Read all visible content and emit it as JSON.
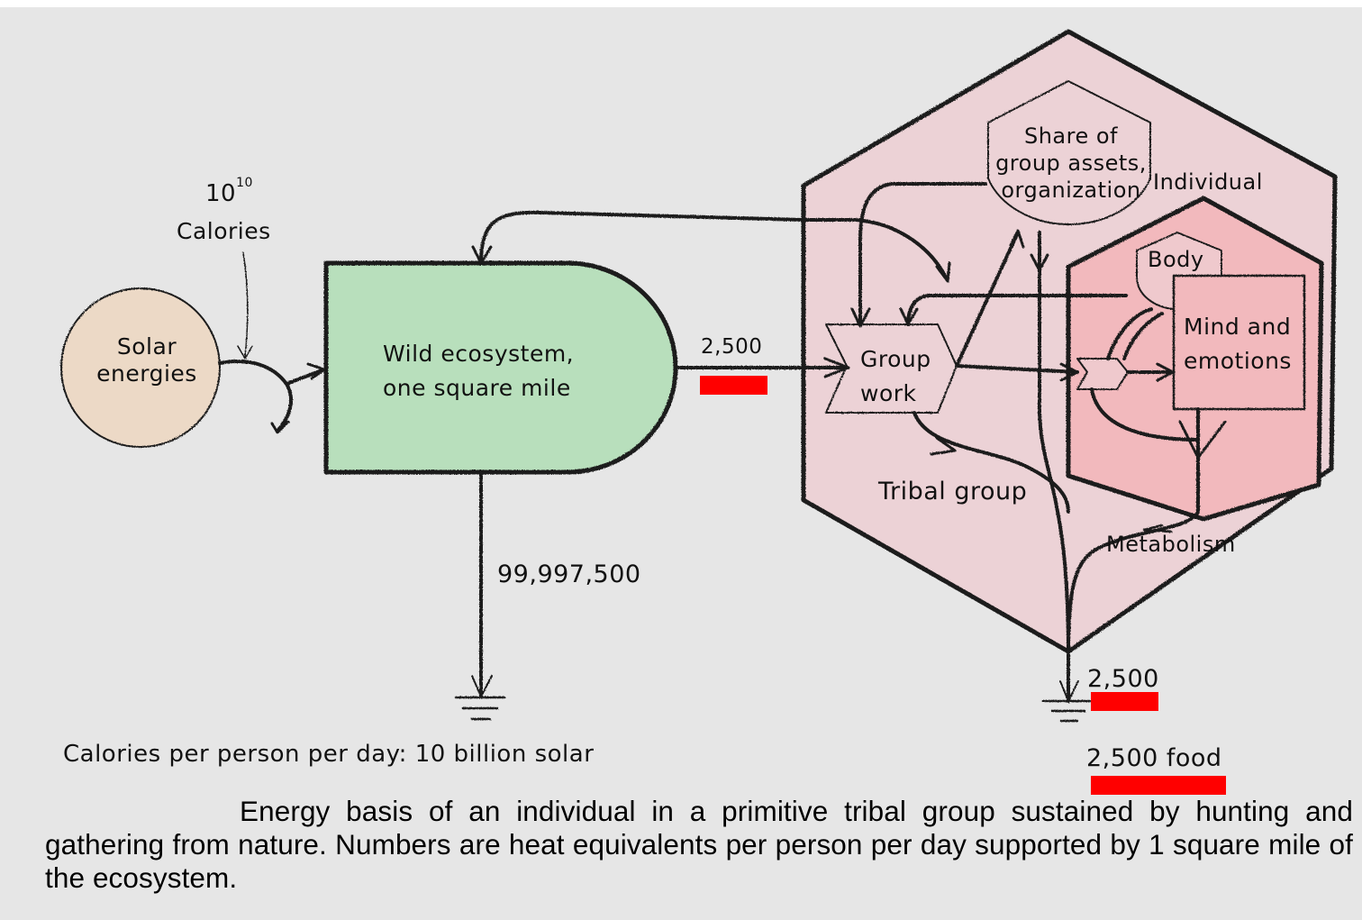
{
  "diagram": {
    "type": "energy-systems-flow-diagram",
    "nodes": {
      "source": {
        "label_line1": "Solar",
        "label_line2": "energies",
        "shape": "circle"
      },
      "ecosystem": {
        "label_line1": "Wild ecosystem,",
        "label_line2": "one  square mile",
        "shape": "producer"
      },
      "tribal_group": {
        "label": "Tribal group",
        "shape": "hexagon"
      },
      "group_assets": {
        "label_line1": "Share of",
        "label_line2": "group assets,",
        "label_line3": "organization",
        "shape": "storage-bullet"
      },
      "group_work": {
        "label_line1": "Group",
        "label_line2": "work",
        "shape": "interaction"
      },
      "individual": {
        "label": "Individual",
        "shape": "hexagon"
      },
      "body": {
        "label": "Body",
        "shape": "storage-bullet"
      },
      "mind": {
        "label_line1": "Mind and",
        "label_line2": "emotions",
        "shape": "box"
      },
      "metabolism": {
        "label": "Metabolism"
      }
    },
    "flows": {
      "solar_input": {
        "exponent_base": "10",
        "exponent": "10",
        "unit": "Calories"
      },
      "ecosystem_to_group": {
        "value": "2,500"
      },
      "ecosystem_heat_sink": {
        "value": "99,997,500"
      },
      "group_heat_sink": {
        "value": "2,500"
      }
    },
    "summary": {
      "solar_text": "Calories per person per day: 10 billion solar",
      "food_text": "2,500 food"
    },
    "caption": "Energy basis of an individual in a primitive tribal group sustained by hunting and gathering from nature. Numbers are heat equivalents per person per day supported by 1 square mile of the ecosystem.",
    "colors": {
      "background": "#e6e6e6",
      "solar_fill": "#ecd9c6",
      "ecosystem_fill": "#b8dfbc",
      "tribal_fill": "#ecd2d6",
      "individual_fill": "#f2b9bd",
      "inner_fill": "#efc9cd",
      "redaction": "#ff0000",
      "line": "#1a1a1a"
    }
  }
}
